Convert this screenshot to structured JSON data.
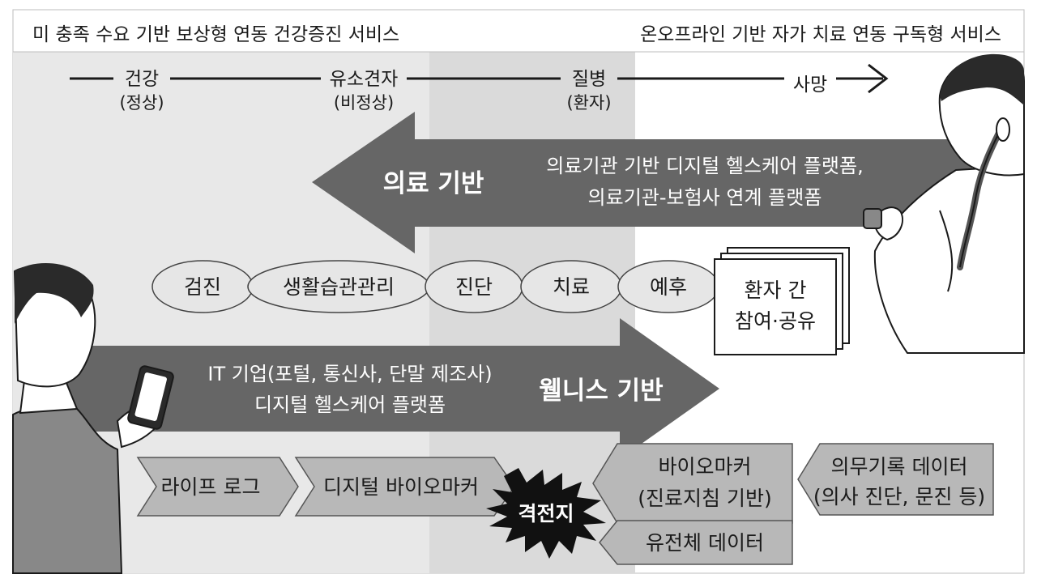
{
  "header": {
    "left": "미 충족 수요 기반 보상형 연동 건강증진 서비스",
    "right": "온오프라인 기반 자가 치료 연동 구독형 서비스"
  },
  "timeline": {
    "stages": [
      {
        "label": "건강",
        "sub": "(정상)"
      },
      {
        "label": "유소견자",
        "sub": "(비정상)"
      },
      {
        "label": "질병",
        "sub": "(환자)"
      },
      {
        "label": "사망",
        "sub": ""
      }
    ]
  },
  "medical_arrow": {
    "title": "의료 기반",
    "desc_line1": "의료기관 기반 디지털 헬스케어 플랫폼,",
    "desc_line2": "의료기관-보험사 연계 플랫폼"
  },
  "care_steps": [
    "검진",
    "생활습관관리",
    "진단",
    "치료",
    "예후"
  ],
  "patient_share": {
    "line1": "환자 간",
    "line2": "참여·공유"
  },
  "wellness_arrow": {
    "title": "웰니스 기반",
    "desc_line1": "IT 기업(포털, 통신사, 단말 제조사)",
    "desc_line2": "디지털 헬스케어 플랫폼"
  },
  "data_flow": {
    "left": [
      "라이프 로그",
      "디지털 바이오마커"
    ],
    "battleground": "격전지",
    "right_top_line1": "바이오마커",
    "right_top_line2": "(진료지침 기반)",
    "right_bottom": "유전체 데이터",
    "far_right_line1": "의무기록 데이터",
    "far_right_line2": "(의사 진단, 문진 등)"
  },
  "colors": {
    "band_light": "#e8e8e8",
    "band_mid": "#dadada",
    "arrow_fill": "#666666",
    "ellipse_fill": "#e6e6e6",
    "chevron_fill": "#b8b8b8",
    "burst_fill": "#111111"
  }
}
